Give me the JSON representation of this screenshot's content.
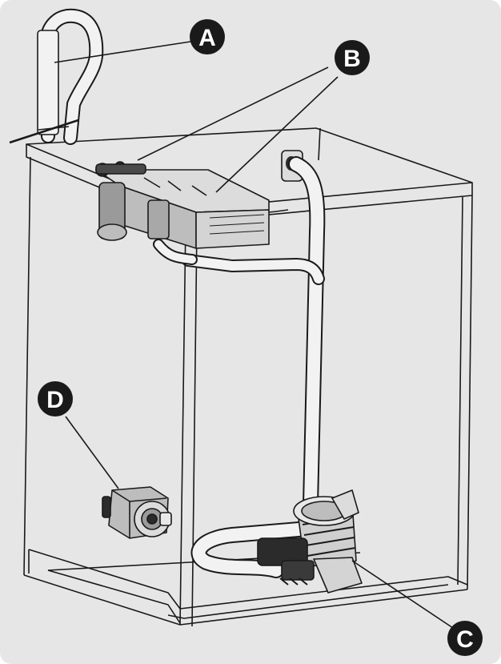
{
  "callouts": {
    "a": {
      "letter": "A"
    },
    "b": {
      "letter": "B"
    },
    "c": {
      "letter": "C"
    },
    "d": {
      "letter": "D"
    }
  },
  "colors": {
    "background": "#e6e6e6",
    "line": "#1a1a1a",
    "hose_fill": "#f2f2f2",
    "part_dark": "#2b2b2b",
    "callout_fill": "#1a1a1a",
    "callout_text": "#ffffff"
  }
}
